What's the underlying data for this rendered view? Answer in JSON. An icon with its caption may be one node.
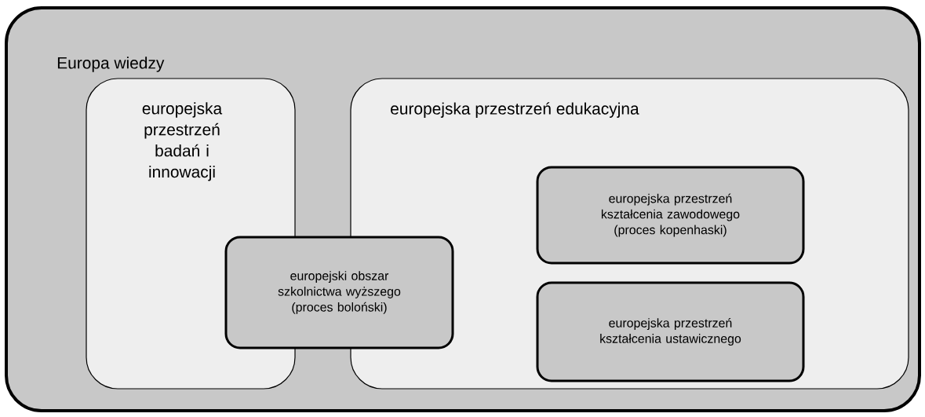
{
  "diagram": {
    "nodes": [
      {
        "text": [
          "Europa wiedzy"
        ]
      },
      {
        "text": [
          "europejska przestrzeń badań i innowacji"
        ],
        "in": 0
      },
      {
        "text": [
          "europejska przestrzeń edukacyjna"
        ],
        "in": 0
      },
      {
        "text": [
          "europejski obszar szkolnictwa wyższego (proces boloński)"
        ],
        "in": 0
      },
      {
        "text": [
          "europejska przestrzeń kształcenia zawodowego (proces kopenhaski)"
        ],
        "in": 2
      },
      {
        "text": [
          "europejska przestrzeń kształcenia ustawicznego"
        ],
        "in": 2
      }
    ]
  }
}
